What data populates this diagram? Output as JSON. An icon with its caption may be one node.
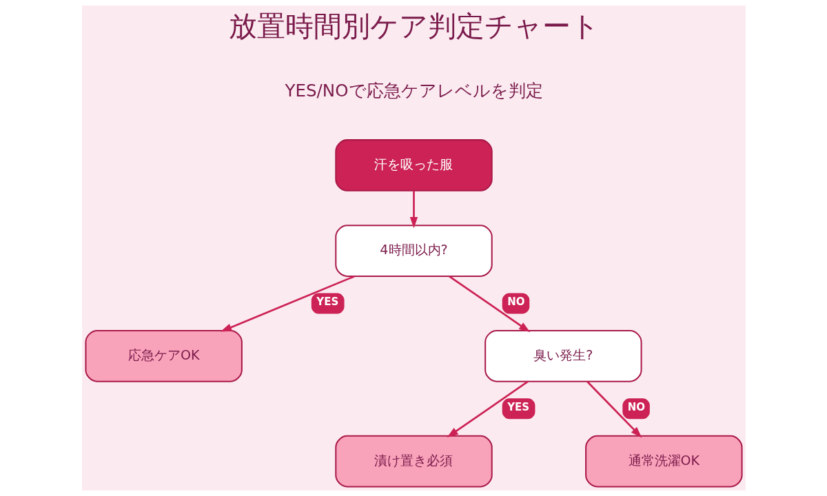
{
  "diagram": {
    "title": "放置時間別ケア判定チャート",
    "nodes": [
      {
        "text": [
          "汗を吸った服"
        ]
      },
      {
        "text": [
          "4時間以内?"
        ]
      },
      {
        "text": [
          "応急ケアOK"
        ]
      },
      {
        "text": [
          "臭い発生?"
        ]
      },
      {
        "text": [
          "漬け置き必須"
        ]
      },
      {
        "text": [
          "通常洗濯OK"
        ]
      }
    ],
    "edges": [
      {
        "from": 0,
        "to": 1,
        "arrow": "to"
      },
      {
        "from": 1,
        "to": 2,
        "arrow": "to",
        "label": "YES"
      },
      {
        "from": 1,
        "to": 3,
        "arrow": "to",
        "label": "NO"
      },
      {
        "from": 3,
        "to": 4,
        "arrow": "to",
        "label": "YES"
      },
      {
        "from": 3,
        "to": 5,
        "arrow": "to",
        "label": "NO"
      }
    ],
    "labels": [
      "YES/NOで応急ケアレベルを判定"
    ]
  }
}
